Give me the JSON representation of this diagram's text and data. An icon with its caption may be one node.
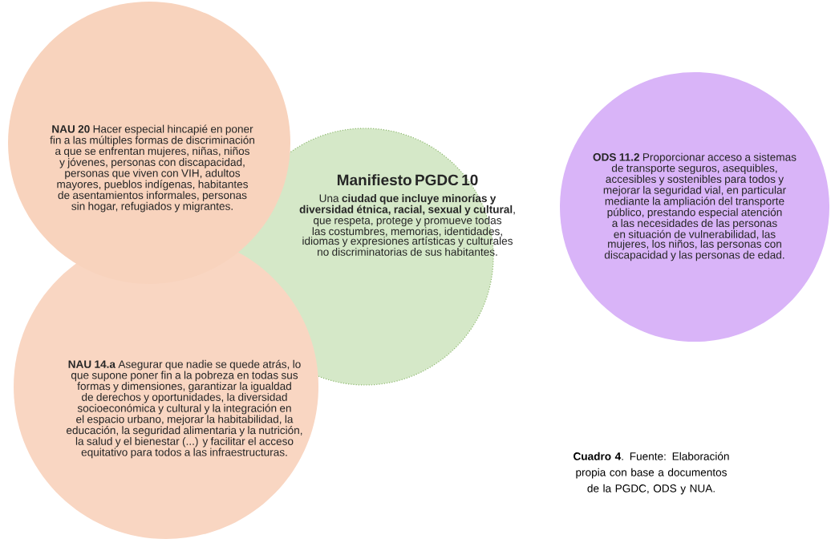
{
  "diagram": {
    "caption": "**Cuadro 4**. Fuente: Elaboración propia con base a documentos de la PGDC, ODS y NUA.",
    "nodes": [
      {
        "text": [
          "**NAU 20** Hacer especial hincapié en poner fin a las múltiples formas de discriminación a que se enfrentan mujeres, niñas, niños y jóvenes, personas con discapacidad, personas que viven con VIH, adultos mayores, pueblos indígenas, habitantes de asentamientos informales, personas sin hogar, refugiados y migrantes."
        ]
      },
      {
        "text": [
          "**NAU 14.a** Asegurar que nadie se quede atrás, lo que supone poner fin a la pobreza en todas sus formas y dimensiones, garantizar la igualdad de derechos y oportunidades, la diversidad socioeconómica y cultural y la integración en el espacio urbano, mejorar la habitabilidad, la educación, la seguridad alimentaria y la nutrición, la salud y el bienestar (...) y facilitar el acceso equitativo para todos a las infraestructuras."
        ]
      },
      {
        "text": [
          "Manifiesto PGDC 10",
          "Una **ciudad que incluye minorías y diversidad étnica, racial, sexual y cultural**, que respeta, protege y promueve todas las costumbres, memorias, identidades, idiomas y expresiones artísticas y culturales no discriminatorias de sus habitantes."
        ]
      },
      {
        "text": [
          "**ODS 11.2** Proporcionar acceso a sistemas de transporte seguros, asequibles, accesibles y sostenibles para todos y mejorar la seguridad vial, en particular mediante la ampliación del transporte público, prestando especial atención a las necesidades de las personas en situación de vulnerabilidad, las mujeres, los niños, las personas con discapacidad y las personas de edad."
        ]
      }
    ]
  }
}
